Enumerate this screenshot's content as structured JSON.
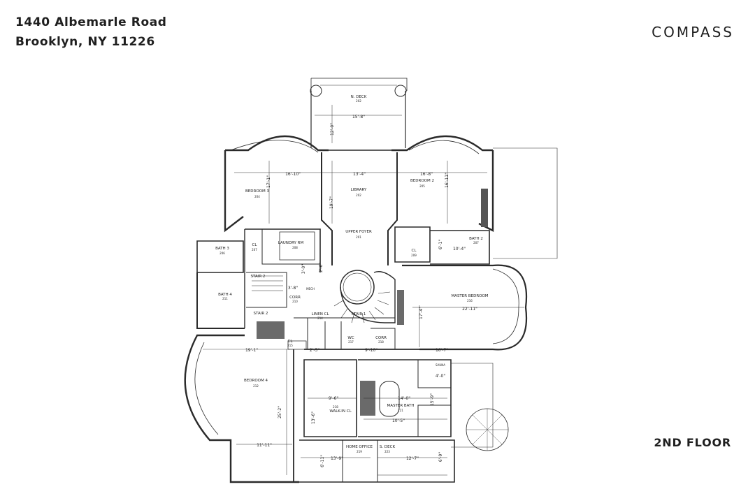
{
  "address": {
    "line1": "1440 Albemarle Road",
    "line2": "Brooklyn, NY 11226"
  },
  "brand": {
    "logo_text": "COMPASS"
  },
  "floor_label": "2ND FLOOR",
  "rooms": {
    "n_deck": {
      "name": "N. DECK",
      "code": "202"
    },
    "bedroom3": {
      "name": "BEDROOM 3",
      "code": "204"
    },
    "library": {
      "name": "LIBRARY",
      "code": "202"
    },
    "bedroom2": {
      "name": "BEDROOM 2",
      "code": "205"
    },
    "upper_foyer": {
      "name": "UPPER FOYER",
      "code": "201"
    },
    "bath3": {
      "name": "BATH 3",
      "code": "206"
    },
    "cl_left": {
      "name": "CL",
      "code": "207"
    },
    "laundry": {
      "name": "LAUNDRY RM",
      "code": "208"
    },
    "cl_right": {
      "name": "CL",
      "code": "209"
    },
    "bath2": {
      "name": "BATH 2",
      "code": "207"
    },
    "stair2_top": {
      "name": "STAIR 2"
    },
    "bath4": {
      "name": "BATH 4",
      "code": "211"
    },
    "corr_left": {
      "name": "CORR",
      "code": "210"
    },
    "stair2": {
      "name": "STAIR 2"
    },
    "linen": {
      "name": "LINEN CL",
      "code": "214"
    },
    "stair1": {
      "name": "STAIR 1"
    },
    "master_bedroom": {
      "name": "MASTER BEDROOM",
      "code": "216"
    },
    "wc": {
      "name": "WC",
      "code": "217"
    },
    "corr_right": {
      "name": "CORR",
      "code": "218"
    },
    "cl_small": {
      "name": "CL",
      "code": "215"
    },
    "bedroom4": {
      "name": "BEDROOM 4",
      "code": "212"
    },
    "walkin": {
      "name": "WALK-IN CL",
      "code": "218"
    },
    "master_bath": {
      "name": "MASTER BATH",
      "code": "221"
    },
    "home_office": {
      "name": "HOME OFFICE",
      "code": "219"
    },
    "s_deck": {
      "name": "S. DECK",
      "code": "223"
    },
    "mech": {
      "name": "MECH"
    },
    "sauna": {
      "name": "SAUNA"
    }
  },
  "dims": {
    "deck_w": "15'-8\"",
    "deck_h": "12'-0\"",
    "b3_w": "16'-10\"",
    "lib_w": "13'-4\"",
    "b2_w": "16'-8\"",
    "b3_h": "17'-1\"",
    "lib_h": "19'-7\"",
    "b2_h": "16'-11\"",
    "cl_h": "6'-1\"",
    "cl_w": "10'-4\"",
    "s1": "2'-6\"",
    "s2": "3'-0\"",
    "stair_w": "3'-8\"",
    "mb_w": "22'-11\"",
    "mb_h": "17'-4\"",
    "mb_w2": "16'-7\"",
    "b4_w": "19'-1\"",
    "wc_w": "2'-5\"",
    "corr_w": "9'-10\"",
    "walkin_w": "9'-6\"",
    "bath_w": "14'-0\"",
    "bath_w2": "10'-5\"",
    "walkin_h": "13'-6\"",
    "b4_h": "25'-2\"",
    "b4_w2": "11'-11\"",
    "sauna_w": "4'-0\"",
    "sauna_h": "15'-9\"",
    "office_w": "13'-9\"",
    "deck_s_w": "12'-7\"",
    "office_h": "6'-11\"",
    "deck_s_h": "6'-9\""
  }
}
